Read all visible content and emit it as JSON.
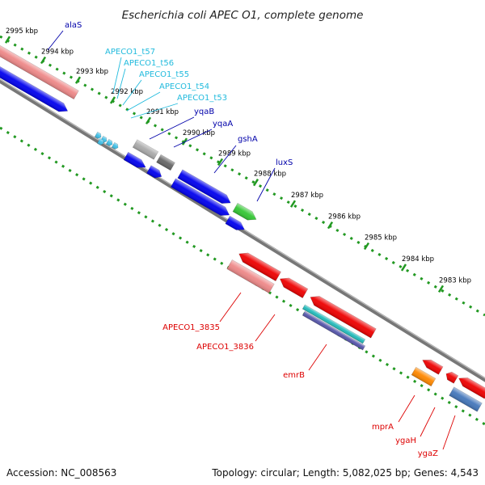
{
  "title": "Escherichia coli APEC O1, complete genome",
  "footer": {
    "accession": "Accession: NC_008563",
    "topology": "Topology: circular; Length: 5,082,025 bp; Genes: 4,543"
  },
  "colors": {
    "forward_cds": "#0000ee",
    "reverse_cds": "#ee0000",
    "pseudo_reverse": "#ee8888",
    "forward_rna": "#33c733",
    "trna": "#40c0e8",
    "pseudo_gray": "#aaaaaa",
    "dark_gray": "#666666",
    "orange": "#ff8800",
    "steel_blue": "#4477bb",
    "teal": "#22bbbb",
    "purple": "#5555aa",
    "backbone": "#888888",
    "tick": "#229922",
    "forward_label": "#0000aa",
    "reverse_label": "#dd0000",
    "trna_label": "#22bbdd"
  },
  "ticks": [
    {
      "label": "2995 kbp"
    },
    {
      "label": "2994 kbp"
    },
    {
      "label": "2993 kbp"
    },
    {
      "label": "2992 kbp"
    },
    {
      "label": "2991 kbp"
    },
    {
      "label": "2990 kbp"
    },
    {
      "label": "2989 kbp"
    },
    {
      "label": "2988 kbp"
    },
    {
      "label": "2987 kbp"
    },
    {
      "label": "2986 kbp"
    },
    {
      "label": "2985 kbp"
    },
    {
      "label": "2984 kbp"
    },
    {
      "label": "2983 kbp"
    }
  ],
  "gene_labels": {
    "alaS": "alaS",
    "t57": "APECO1_t57",
    "t56": "APECO1_t56",
    "t55": "APECO1_t55",
    "t54": "APECO1_t54",
    "t53": "APECO1_t53",
    "yqaB": "yqaB",
    "yqaA": "yqaA",
    "gshA": "gshA",
    "luxS": "luxS",
    "a3835": "APECO1_3835",
    "a3836": "APECO1_3836",
    "emrB": "emrB",
    "mprA": "mprA",
    "ygaH": "ygaH",
    "ygaZ": "ygaZ"
  }
}
